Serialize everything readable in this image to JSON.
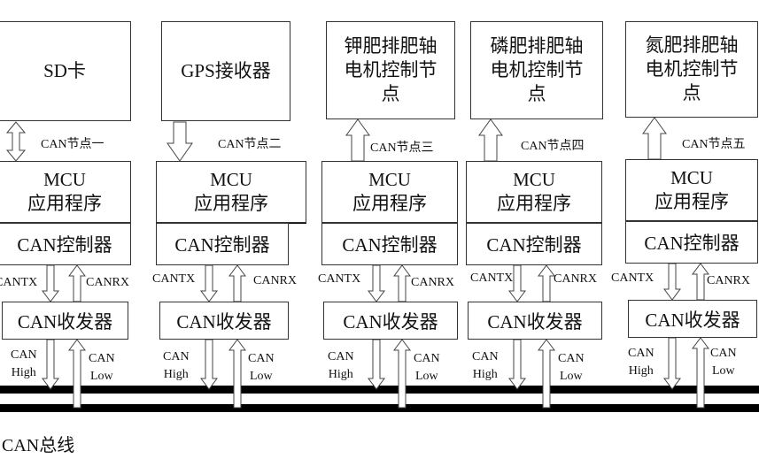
{
  "nodes": [
    {
      "device": "SD卡",
      "node_label": "CAN节点一",
      "mcu_line1": "MCU",
      "mcu_line2": "应用程序",
      "controller": "CAN控制器",
      "tx": "CANTX",
      "rx": "CANRX",
      "transceiver": "CAN收发器",
      "high": "CAN\nHigh",
      "low": "CAN\nLow"
    },
    {
      "device": "GPS接收器",
      "node_label": "CAN节点二",
      "mcu_line1": "MCU",
      "mcu_line2": "应用程序",
      "controller": "CAN控制器",
      "tx": "CANTX",
      "rx": "CANRX",
      "transceiver": "CAN收发器",
      "high": "CAN\nHigh",
      "low": "CAN\nLow"
    },
    {
      "device": "钾肥排肥轴\n电机控制节\n点",
      "node_label": "CAN节点三",
      "mcu_line1": "MCU",
      "mcu_line2": "应用程序",
      "controller": "CAN控制器",
      "tx": "CANTX",
      "rx": "CANRX",
      "transceiver": "CAN收发器",
      "high": "CAN\nHigh",
      "low": "CAN\nLow"
    },
    {
      "device": "磷肥排肥轴\n电机控制节\n点",
      "node_label": "CAN节点四",
      "mcu_line1": "MCU",
      "mcu_line2": "应用程序",
      "controller": "CAN控制器",
      "tx": "CANTX",
      "rx": "CANRX",
      "transceiver": "CAN收发器",
      "high": "CAN\nHigh",
      "low": "CAN\nLow"
    },
    {
      "device": "氮肥排肥轴\n电机控制节\n点",
      "node_label": "CAN节点五",
      "mcu_line1": "MCU",
      "mcu_line2": "应用程序",
      "controller": "CAN控制器",
      "tx": "CANTX",
      "rx": "CANRX",
      "transceiver": "CAN收发器",
      "high": "CAN\nHigh",
      "low": "CAN\nLow"
    }
  ],
  "bus": {
    "label": "CAN总线"
  }
}
